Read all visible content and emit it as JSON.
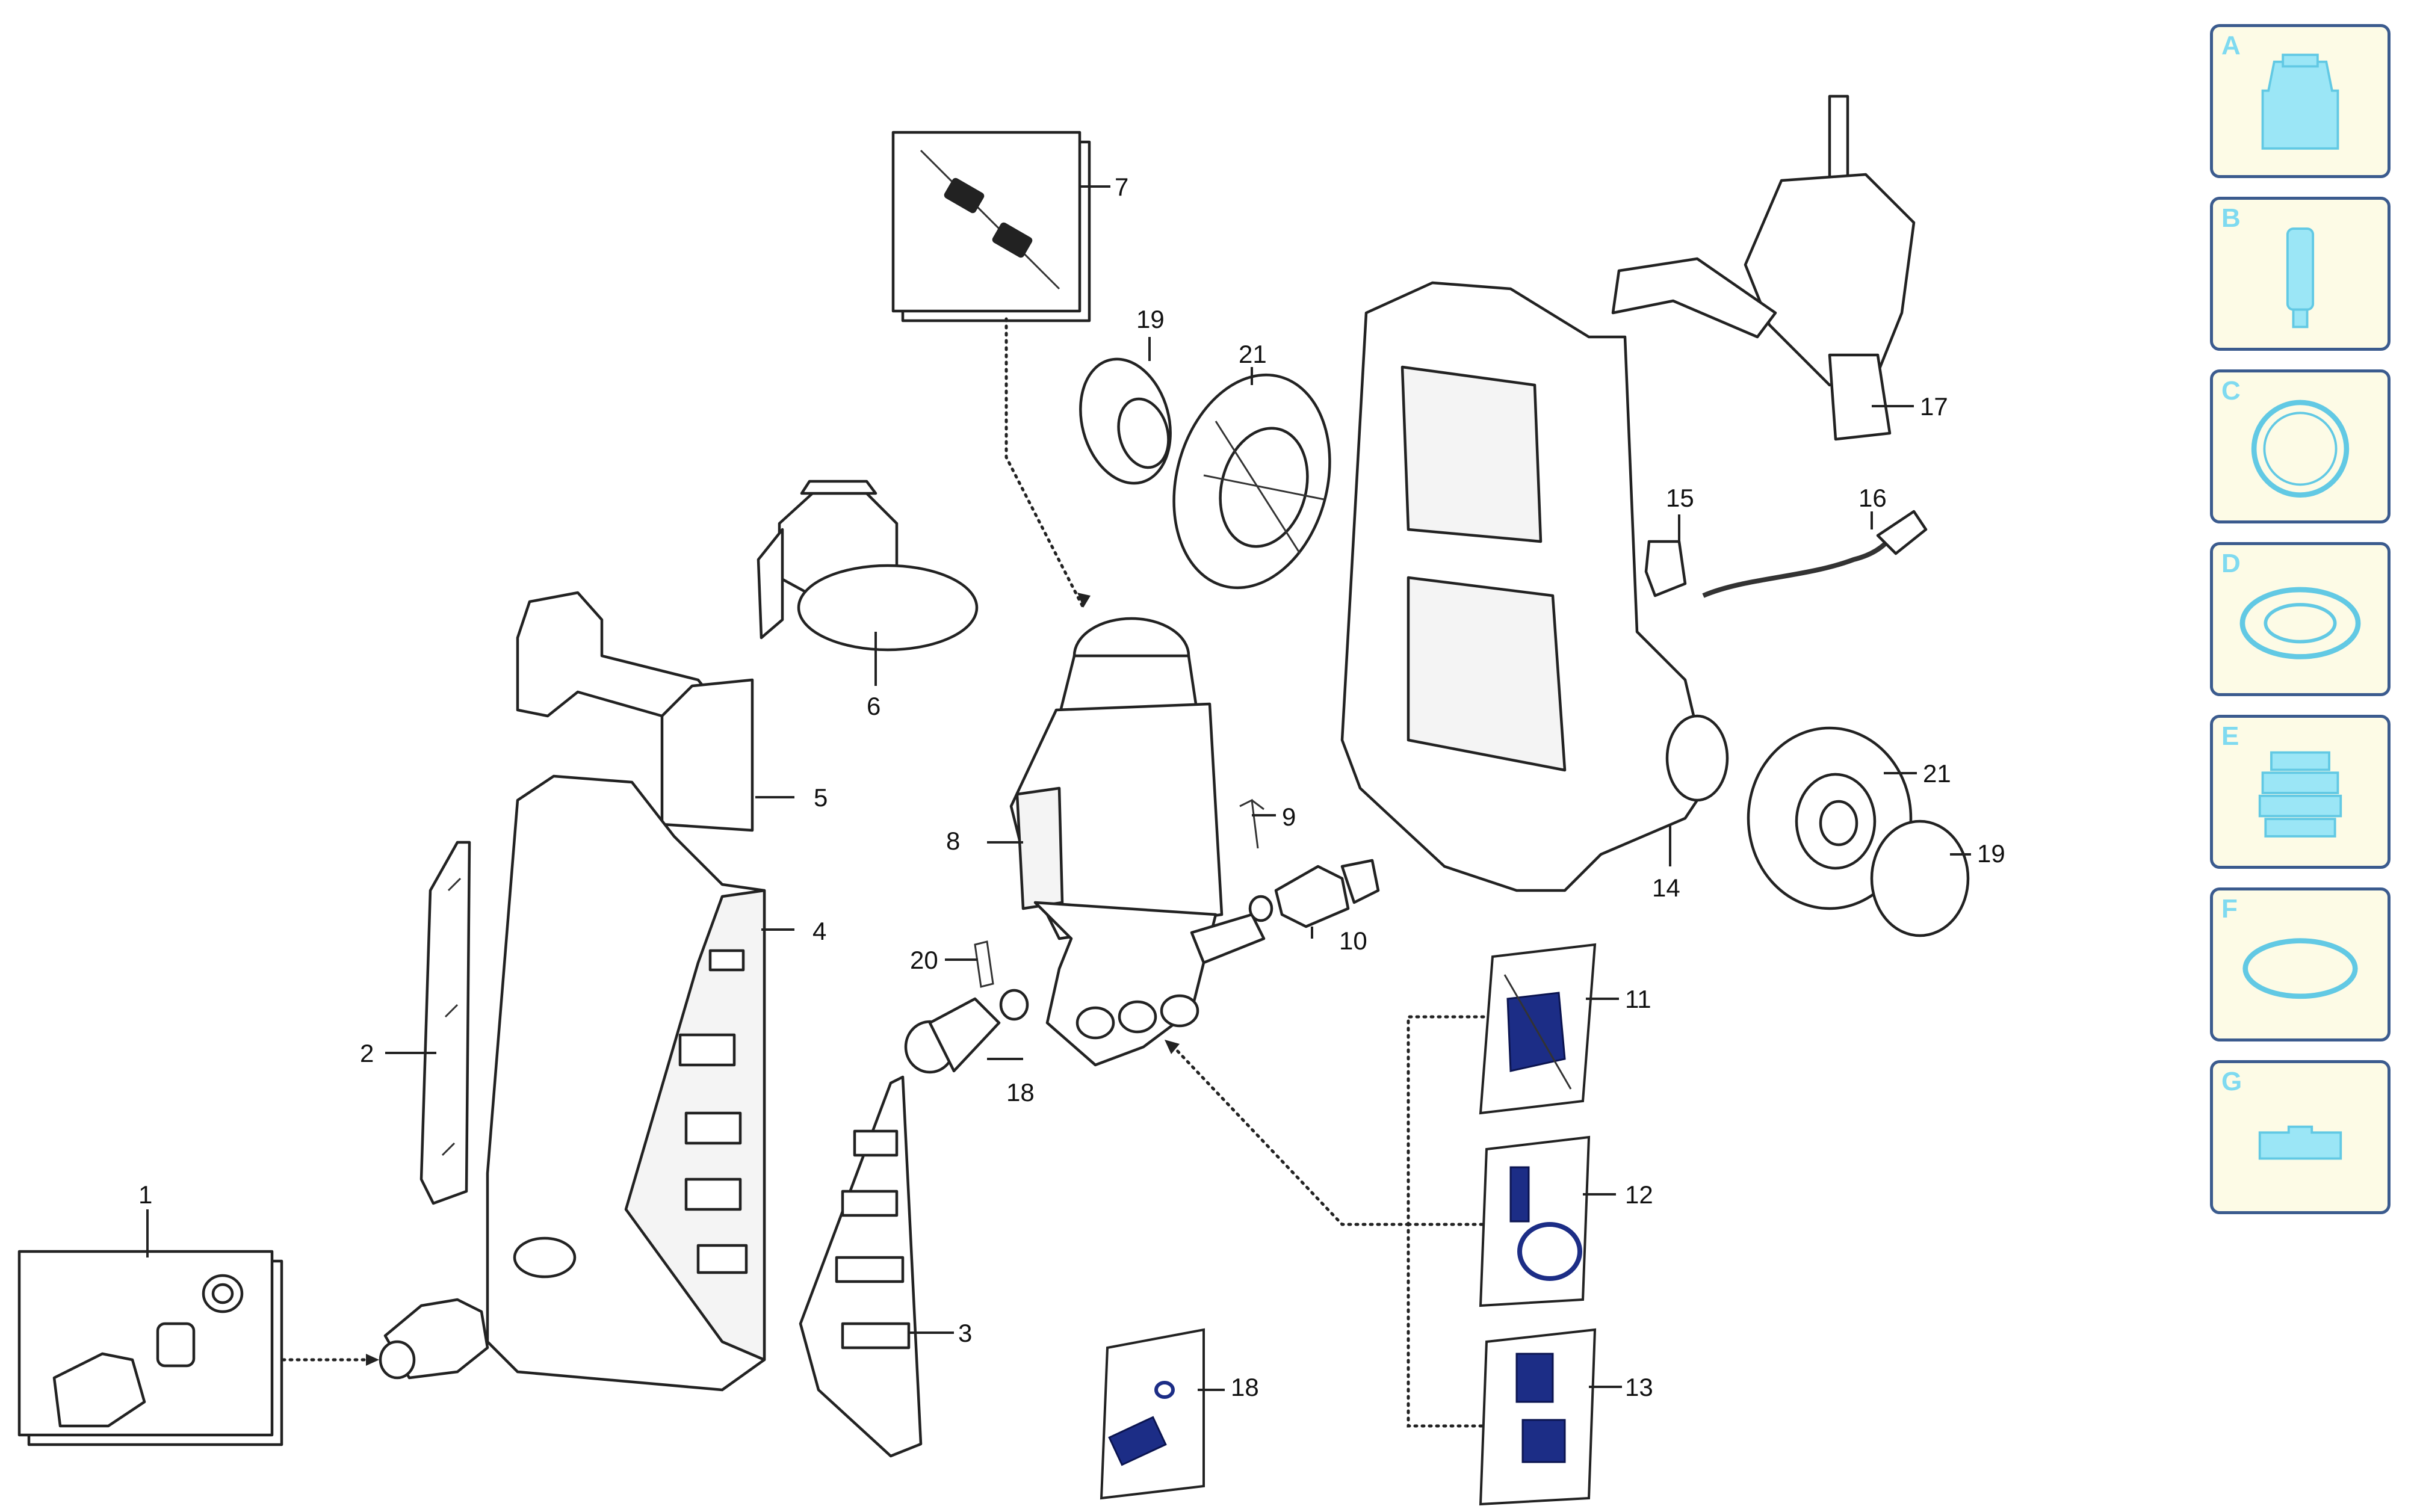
{
  "callouts": {
    "c1": "1",
    "c2": "2",
    "c3": "3",
    "c4": "4",
    "c5": "5",
    "c6": "6",
    "c7": "7",
    "c8": "8",
    "c9": "9",
    "c10": "10",
    "c11": "11",
    "c12": "12",
    "c13": "13",
    "c14": "14",
    "c15": "15",
    "c16": "16",
    "c17": "17",
    "c18a": "18",
    "c18b": "18",
    "c19a": "19",
    "c19b": "19",
    "c20": "20",
    "c21a": "21",
    "c21b": "21"
  },
  "legend": {
    "items": [
      {
        "letter": "A",
        "icon": "valve-cap-icon"
      },
      {
        "letter": "B",
        "icon": "piston-icon"
      },
      {
        "letter": "C",
        "icon": "gasket-ring-icon"
      },
      {
        "letter": "D",
        "icon": "seal-ring-icon"
      },
      {
        "letter": "E",
        "icon": "bellows-seal-icon"
      },
      {
        "letter": "F",
        "icon": "o-ring-icon"
      },
      {
        "letter": "G",
        "icon": "spacer-block-icon"
      }
    ],
    "colors": {
      "border": "#3b5b8e",
      "background": "#fdfbe6",
      "icon": "#9be6f6",
      "letter": "#7fdaf0"
    }
  },
  "colors": {
    "line": "#222222",
    "kit_parts": "#1c2d86"
  }
}
